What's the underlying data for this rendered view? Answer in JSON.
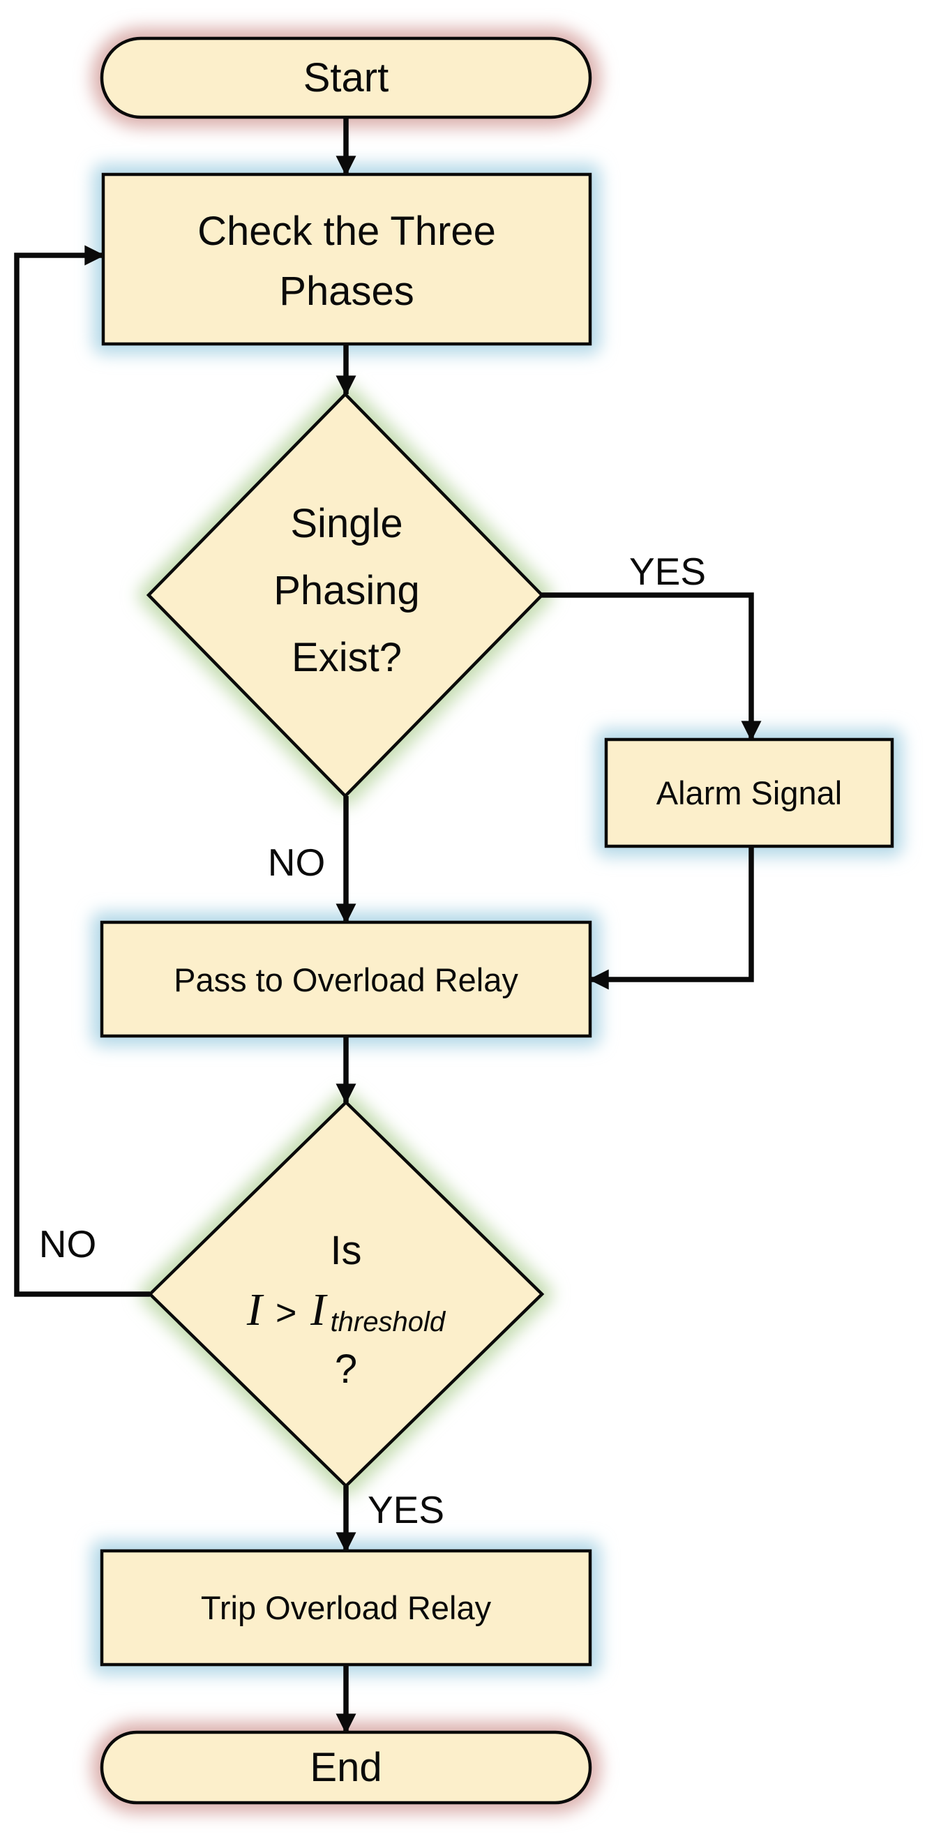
{
  "flowchart": {
    "description": "Flowchart of a three-phase motor protection sequence using an overload relay",
    "palette": {
      "node_fill": "#FCEFCB",
      "node_outline": "#0a0a0a",
      "connector": "#0a0a0a",
      "text": "#0a0a0a",
      "terminator_glow": "#DCB1AE",
      "process_glow": "#B5D9E8",
      "decision_glow": "#C6DDB3",
      "background": "#FFFFFF"
    },
    "nodes": {
      "start": {
        "type": "terminator",
        "label": "Start"
      },
      "check_phases": {
        "type": "process",
        "lines": [
          "Check the Three",
          "Phases"
        ]
      },
      "single_phasing": {
        "type": "decision",
        "lines": [
          "Single",
          "Phasing",
          "Exist?"
        ]
      },
      "alarm_signal": {
        "type": "process",
        "label": "Alarm Signal"
      },
      "pass_overload": {
        "type": "process",
        "label": "Pass to Overload Relay"
      },
      "threshold_check": {
        "type": "decision",
        "line1": "Is",
        "formula": {
          "current_symbol": "I",
          "operator": ">",
          "threshold_symbol": "I",
          "threshold_subscript": "threshold"
        },
        "line3": "?"
      },
      "trip_overload": {
        "type": "process",
        "label": "Trip Overload Relay"
      },
      "end": {
        "type": "terminator",
        "label": "End"
      }
    },
    "branch_labels": {
      "single_phasing_yes": "YES",
      "single_phasing_no": "NO",
      "threshold_yes": "YES",
      "threshold_no": "NO"
    }
  }
}
